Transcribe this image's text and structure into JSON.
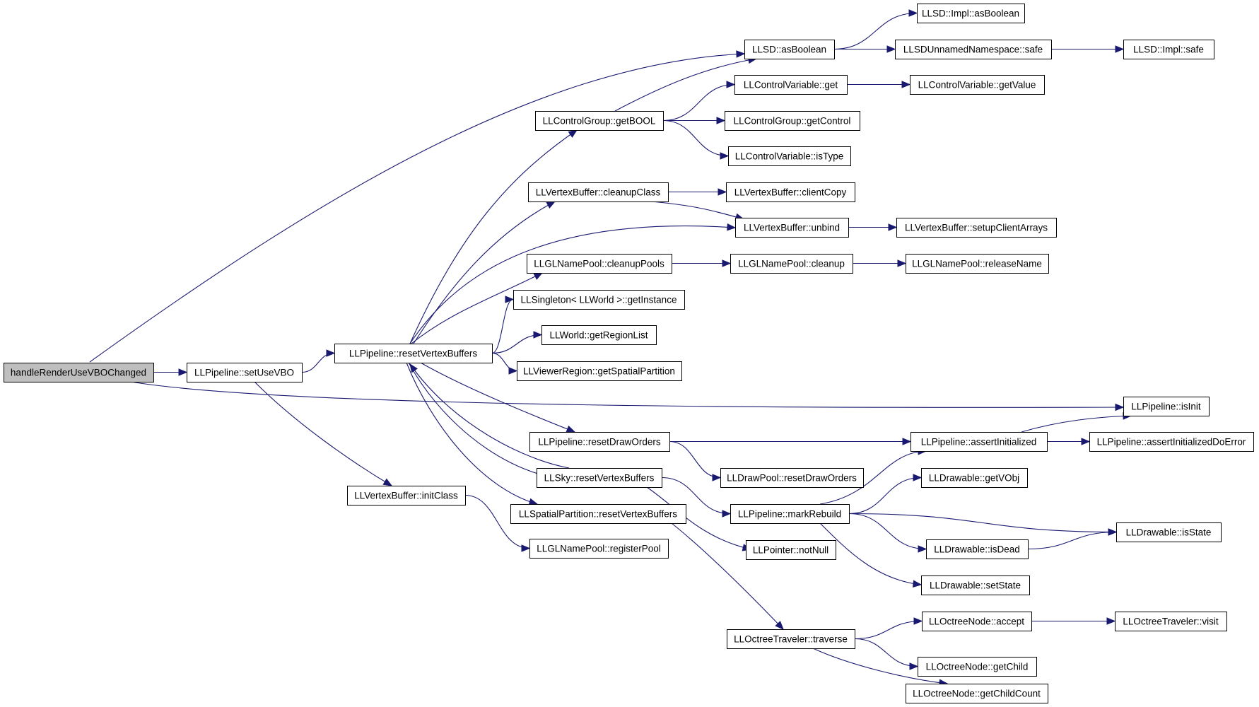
{
  "graph": {
    "colors": {
      "edge": "#191970",
      "root_fill": "#bfbfbf",
      "node_fill": "#ffffff",
      "border": "#000000"
    },
    "nodes": [
      {
        "id": "n0",
        "label": "handleRenderUseVBOChanged",
        "root": true
      },
      {
        "id": "n1",
        "label": "LLPipeline::setUseVBO"
      },
      {
        "id": "n2",
        "label": "LLPipeline::resetVertexBuffers"
      },
      {
        "id": "n3",
        "label": "LLVertexBuffer::initClass"
      },
      {
        "id": "n4",
        "label": "LLGLNamePool::registerPool"
      },
      {
        "id": "n5",
        "label": "LLPipeline::isInit"
      },
      {
        "id": "n6",
        "label": "LLSD::asBoolean"
      },
      {
        "id": "n7",
        "label": "LLSD::Impl::asBoolean"
      },
      {
        "id": "n8",
        "label": "LLSDUnnamedNamespace::safe"
      },
      {
        "id": "n9",
        "label": "LLSD::Impl::safe"
      },
      {
        "id": "n10",
        "label": "LLControlGroup::getBOOL"
      },
      {
        "id": "n11",
        "label": "LLControlVariable::get"
      },
      {
        "id": "n12",
        "label": "LLControlVariable::getValue"
      },
      {
        "id": "n13",
        "label": "LLControlGroup::getControl"
      },
      {
        "id": "n14",
        "label": "LLControlVariable::isType"
      },
      {
        "id": "n15",
        "label": "LLVertexBuffer::cleanupClass"
      },
      {
        "id": "n16",
        "label": "LLVertexBuffer::clientCopy"
      },
      {
        "id": "n17",
        "label": "LLVertexBuffer::unbind"
      },
      {
        "id": "n18",
        "label": "LLVertexBuffer::setupClientArrays"
      },
      {
        "id": "n19",
        "label": "LLGLNamePool::cleanupPools"
      },
      {
        "id": "n20",
        "label": "LLGLNamePool::cleanup"
      },
      {
        "id": "n21",
        "label": "LLGLNamePool::releaseName"
      },
      {
        "id": "n22",
        "label": "LLSingleton< LLWorld >::getInstance"
      },
      {
        "id": "n23",
        "label": "LLWorld::getRegionList"
      },
      {
        "id": "n24",
        "label": "LLViewerRegion::getSpatialPartition"
      },
      {
        "id": "n25",
        "label": "LLPipeline::resetDrawOrders"
      },
      {
        "id": "n26",
        "label": "LLPipeline::assertInitialized"
      },
      {
        "id": "n27",
        "label": "LLPipeline::assertInitializedDoError"
      },
      {
        "id": "n28",
        "label": "LLDrawPool::resetDrawOrders"
      },
      {
        "id": "n29",
        "label": "LLSky::resetVertexBuffers"
      },
      {
        "id": "n30",
        "label": "LLDrawable::getVObj"
      },
      {
        "id": "n31",
        "label": "LLSpatialPartition::resetVertexBuffers"
      },
      {
        "id": "n32",
        "label": "LLPipeline::markRebuild"
      },
      {
        "id": "n33",
        "label": "LLDrawable::isState"
      },
      {
        "id": "n34",
        "label": "LLDrawable::isDead"
      },
      {
        "id": "n35",
        "label": "LLPointer::notNull"
      },
      {
        "id": "n36",
        "label": "LLDrawable::setState"
      },
      {
        "id": "n37",
        "label": "LLOctreeNode::accept"
      },
      {
        "id": "n38",
        "label": "LLOctreeTraveler::visit"
      },
      {
        "id": "n39",
        "label": "LLOctreeTraveler::traverse"
      },
      {
        "id": "n40",
        "label": "LLOctreeNode::getChild"
      },
      {
        "id": "n41",
        "label": "LLOctreeNode::getChildCount"
      }
    ],
    "edges": [
      [
        "n0",
        "n1"
      ],
      [
        "n0",
        "n6"
      ],
      [
        "n0",
        "n5"
      ],
      [
        "n1",
        "n2"
      ],
      [
        "n1",
        "n3"
      ],
      [
        "n3",
        "n4"
      ],
      [
        "n2",
        "n10"
      ],
      [
        "n2",
        "n15"
      ],
      [
        "n2",
        "n17"
      ],
      [
        "n2",
        "n19"
      ],
      [
        "n2",
        "n22"
      ],
      [
        "n2",
        "n23"
      ],
      [
        "n2",
        "n24"
      ],
      [
        "n2",
        "n25"
      ],
      [
        "n2",
        "n29"
      ],
      [
        "n2",
        "n31"
      ],
      [
        "n29",
        "n2"
      ],
      [
        "n29",
        "n32"
      ],
      [
        "n29",
        "n35"
      ],
      [
        "n6",
        "n7"
      ],
      [
        "n6",
        "n8"
      ],
      [
        "n8",
        "n9"
      ],
      [
        "n10",
        "n6"
      ],
      [
        "n10",
        "n11"
      ],
      [
        "n10",
        "n13"
      ],
      [
        "n10",
        "n14"
      ],
      [
        "n11",
        "n12"
      ],
      [
        "n15",
        "n16"
      ],
      [
        "n15",
        "n17"
      ],
      [
        "n17",
        "n18"
      ],
      [
        "n19",
        "n20"
      ],
      [
        "n20",
        "n21"
      ],
      [
        "n25",
        "n26"
      ],
      [
        "n25",
        "n28"
      ],
      [
        "n26",
        "n5"
      ],
      [
        "n26",
        "n27"
      ],
      [
        "n32",
        "n26"
      ],
      [
        "n32",
        "n30"
      ],
      [
        "n32",
        "n33"
      ],
      [
        "n32",
        "n34"
      ],
      [
        "n32",
        "n36"
      ],
      [
        "n34",
        "n33"
      ],
      [
        "n31",
        "n39"
      ],
      [
        "n39",
        "n37"
      ],
      [
        "n39",
        "n40"
      ],
      [
        "n39",
        "n41"
      ],
      [
        "n37",
        "n38"
      ]
    ]
  }
}
